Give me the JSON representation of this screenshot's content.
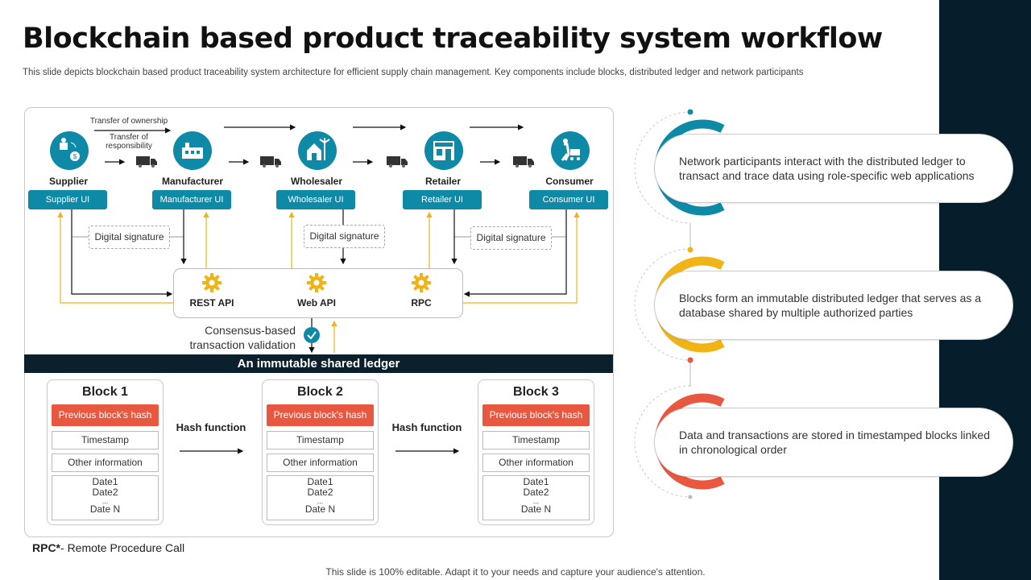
{
  "title": "Blockchain based product traceability system workflow",
  "subtitle": "This slide depicts blockchain based product traceability system architecture for efficient supply chain management. Key components include blocks, distributed ledger and network participants",
  "flow": {
    "ownership_label": "Transfer of ownership",
    "responsibility_label": "Transfer of responsibility",
    "participants": [
      {
        "name": "Supplier",
        "ui": "Supplier UI",
        "icon": "supplier-icon"
      },
      {
        "name": "Manufacturer",
        "ui": "Manufacturer UI",
        "icon": "factory-icon"
      },
      {
        "name": "Wholesaler",
        "ui": "Wholesaler UI",
        "icon": "warehouse-icon"
      },
      {
        "name": "Retailer",
        "ui": "Retailer UI",
        "icon": "store-icon"
      },
      {
        "name": "Consumer",
        "ui": "Consumer UI",
        "icon": "shopping-cart-icon"
      }
    ],
    "signature_label": "Digital signature",
    "apis": [
      "REST API",
      "Web API",
      "RPC"
    ],
    "consensus": "Consensus-based transaction validation",
    "ledger_title": "An immutable shared ledger",
    "hash_label": "Hash function",
    "blocks": [
      {
        "title": "Block 1",
        "hash": "Previous block's hash",
        "timestamp": "Timestamp",
        "other": "Other information",
        "dates": [
          "Date1",
          "Date2",
          "...",
          "Date N"
        ]
      },
      {
        "title": "Block 2",
        "hash": "Previous block's hash",
        "timestamp": "Timestamp",
        "other": "Other information",
        "dates": [
          "Date1",
          "Date2",
          "...",
          "Date N"
        ]
      },
      {
        "title": "Block 3",
        "hash": "Previous block's hash",
        "timestamp": "Timestamp",
        "other": "Other information",
        "dates": [
          "Date1",
          "Date2",
          "...",
          "Date N"
        ]
      }
    ]
  },
  "notes": [
    {
      "text": "Network participants interact with the distributed ledger to transact and trace data using role-specific web applications",
      "color": "#0e8aa7"
    },
    {
      "text": "Blocks form an immutable distributed ledger that serves as a database shared by multiple authorized parties",
      "color": "#f0b416"
    },
    {
      "text": "Data and transactions are stored in timestamped blocks linked in chronological order",
      "color": "#e8573f"
    }
  ],
  "rpc_note": {
    "abbr": "RPC*",
    "text": "- Remote Procedure Call"
  },
  "footer": "This slide is 100% editable. Adapt it to your needs and capture your audience's attention.",
  "colors": {
    "teal": "#0e8aa7",
    "yellow": "#f0b416",
    "red": "#e8573f",
    "dark": "#061d2b"
  }
}
